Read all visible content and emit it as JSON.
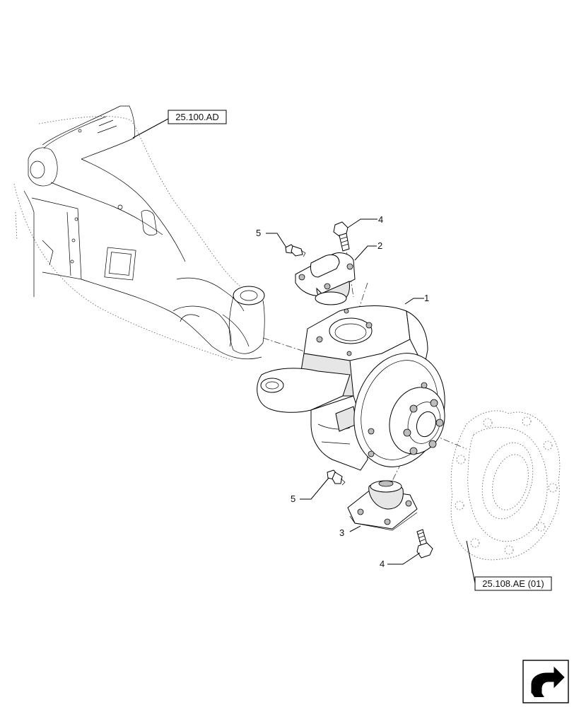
{
  "references": [
    {
      "id": "ref-axle",
      "text": "25.100.AD"
    },
    {
      "id": "ref-hub",
      "text": "25.108.AE (01)"
    }
  ],
  "callouts": [
    {
      "id": "c1",
      "text": "1"
    },
    {
      "id": "c2",
      "text": "2"
    },
    {
      "id": "c3",
      "text": "3"
    },
    {
      "id": "c4a",
      "text": "4"
    },
    {
      "id": "c4b",
      "text": "4"
    },
    {
      "id": "c5a",
      "text": "5"
    },
    {
      "id": "c5b",
      "text": "5"
    }
  ],
  "icons": {
    "navigation": "return-arrow-icon"
  }
}
